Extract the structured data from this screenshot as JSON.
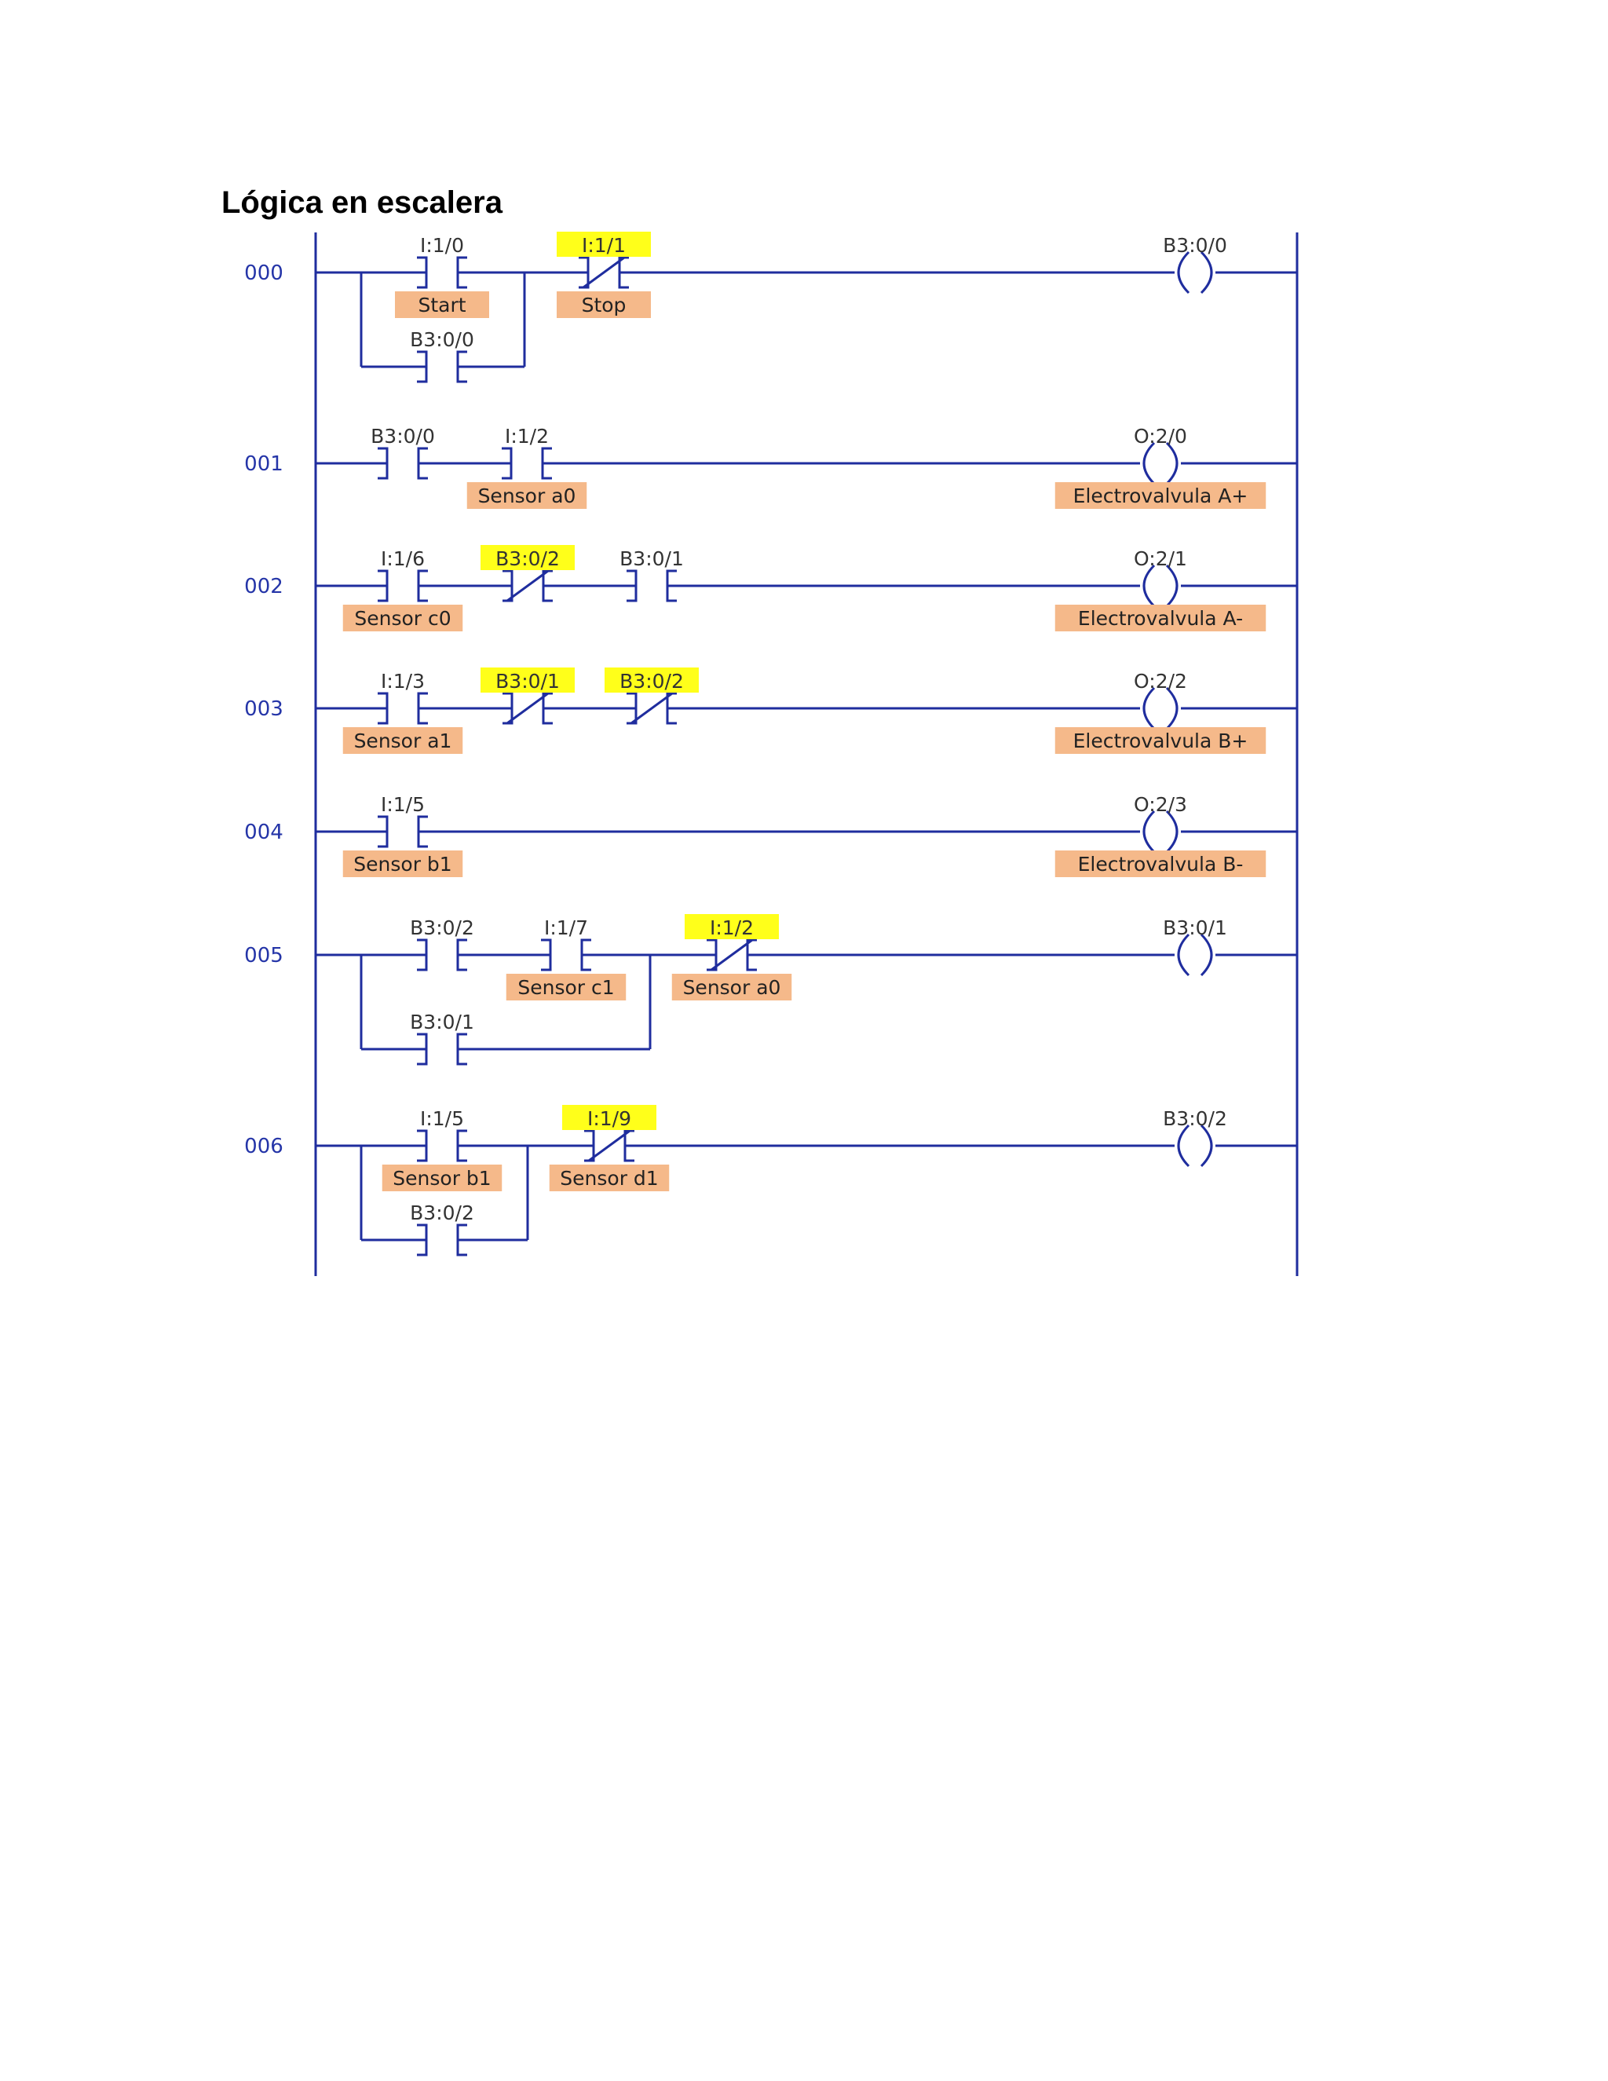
{
  "title": "Lógica en escalera",
  "colors": {
    "wire": "#1f2d9e",
    "rung_number": "#2535a8",
    "address_text": "#333333",
    "label_fill": "#f5b98a",
    "highlight_fill": "#ffff1a"
  },
  "rungs": [
    {
      "number": "000",
      "elements": [
        {
          "type": "no",
          "address": "I:1/0",
          "label": "Start",
          "highlight": false
        },
        {
          "type": "nc",
          "address": "I:1/1",
          "label": "Stop",
          "highlight": true
        },
        {
          "type": "coil",
          "address": "B3:0/0",
          "label": "",
          "highlight": false
        }
      ],
      "branch": {
        "type": "no",
        "address": "B3:0/0",
        "label": ""
      }
    },
    {
      "number": "001",
      "elements": [
        {
          "type": "no",
          "address": "B3:0/0",
          "label": "",
          "highlight": false
        },
        {
          "type": "no",
          "address": "I:1/2",
          "label": "Sensor a0",
          "highlight": false
        },
        {
          "type": "coil",
          "address": "O:2/0",
          "label": "Electrovalvula A+",
          "highlight": false
        }
      ]
    },
    {
      "number": "002",
      "elements": [
        {
          "type": "no",
          "address": "I:1/6",
          "label": "Sensor c0",
          "highlight": false
        },
        {
          "type": "nc",
          "address": "B3:0/2",
          "label": "",
          "highlight": true
        },
        {
          "type": "no",
          "address": "B3:0/1",
          "label": "",
          "highlight": false
        },
        {
          "type": "coil",
          "address": "O:2/1",
          "label": "Electrovalvula A-",
          "highlight": false
        }
      ]
    },
    {
      "number": "003",
      "elements": [
        {
          "type": "no",
          "address": "I:1/3",
          "label": "Sensor a1",
          "highlight": false
        },
        {
          "type": "nc",
          "address": "B3:0/1",
          "label": "",
          "highlight": true
        },
        {
          "type": "nc",
          "address": "B3:0/2",
          "label": "",
          "highlight": true
        },
        {
          "type": "coil",
          "address": "O:2/2",
          "label": "Electrovalvula B+",
          "highlight": false
        }
      ]
    },
    {
      "number": "004",
      "elements": [
        {
          "type": "no",
          "address": "I:1/5",
          "label": "Sensor b1",
          "highlight": false
        },
        {
          "type": "coil",
          "address": "O:2/3",
          "label": "Electrovalvula B-",
          "highlight": false
        }
      ]
    },
    {
      "number": "005",
      "elements": [
        {
          "type": "no",
          "address": "B3:0/2",
          "label": "",
          "highlight": false
        },
        {
          "type": "no",
          "address": "I:1/7",
          "label": "Sensor c1",
          "highlight": false
        },
        {
          "type": "nc",
          "address": "I:1/2",
          "label": "Sensor a0",
          "highlight": true
        },
        {
          "type": "coil",
          "address": "B3:0/1",
          "label": "",
          "highlight": false
        }
      ],
      "branch": {
        "type": "no",
        "address": "B3:0/1",
        "label": ""
      }
    },
    {
      "number": "006",
      "elements": [
        {
          "type": "no",
          "address": "I:1/5",
          "label": "Sensor b1",
          "highlight": false
        },
        {
          "type": "nc",
          "address": "I:1/9",
          "label": "Sensor d1",
          "highlight": true
        },
        {
          "type": "coil",
          "address": "B3:0/2",
          "label": "",
          "highlight": false
        }
      ],
      "branch": {
        "type": "no",
        "address": "B3:0/2",
        "label": ""
      }
    }
  ]
}
